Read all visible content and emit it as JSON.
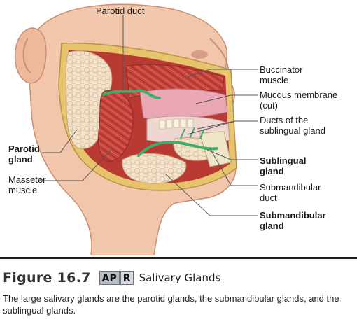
{
  "labels": {
    "parotid_duct": "Parotid duct",
    "buccinator_muscle": "Buccinator\nmuscle",
    "mucous_membrane": "Mucous membrane\n(cut)",
    "ducts_sublingual": "Ducts of the\nsublingual gland",
    "parotid_gland": "Parotid\ngland",
    "masseter_muscle": "Masseter\nmuscle",
    "sublingual_gland": "Sublingual\ngland",
    "submandibular_duct": "Submandibular\nduct",
    "submandibular_gland": "Submandibular\ngland"
  },
  "caption": {
    "figure_number": "Figure 16.7",
    "badge_ap": "AP",
    "badge_r": "R",
    "title": "Salivary Glands",
    "description": "The large salivary glands are the parotid glands, the submandibular glands, and the sublingual glands."
  },
  "colors": {
    "skin": "#f1c6ab",
    "skin_shadow": "#d99d83",
    "cut_edge": "#e7c36b",
    "gland": "#f3e3cc",
    "muscle": "#c8453e",
    "mucosa": "#e9a7b6",
    "duct": "#3fae6b",
    "leader": "#555555"
  }
}
